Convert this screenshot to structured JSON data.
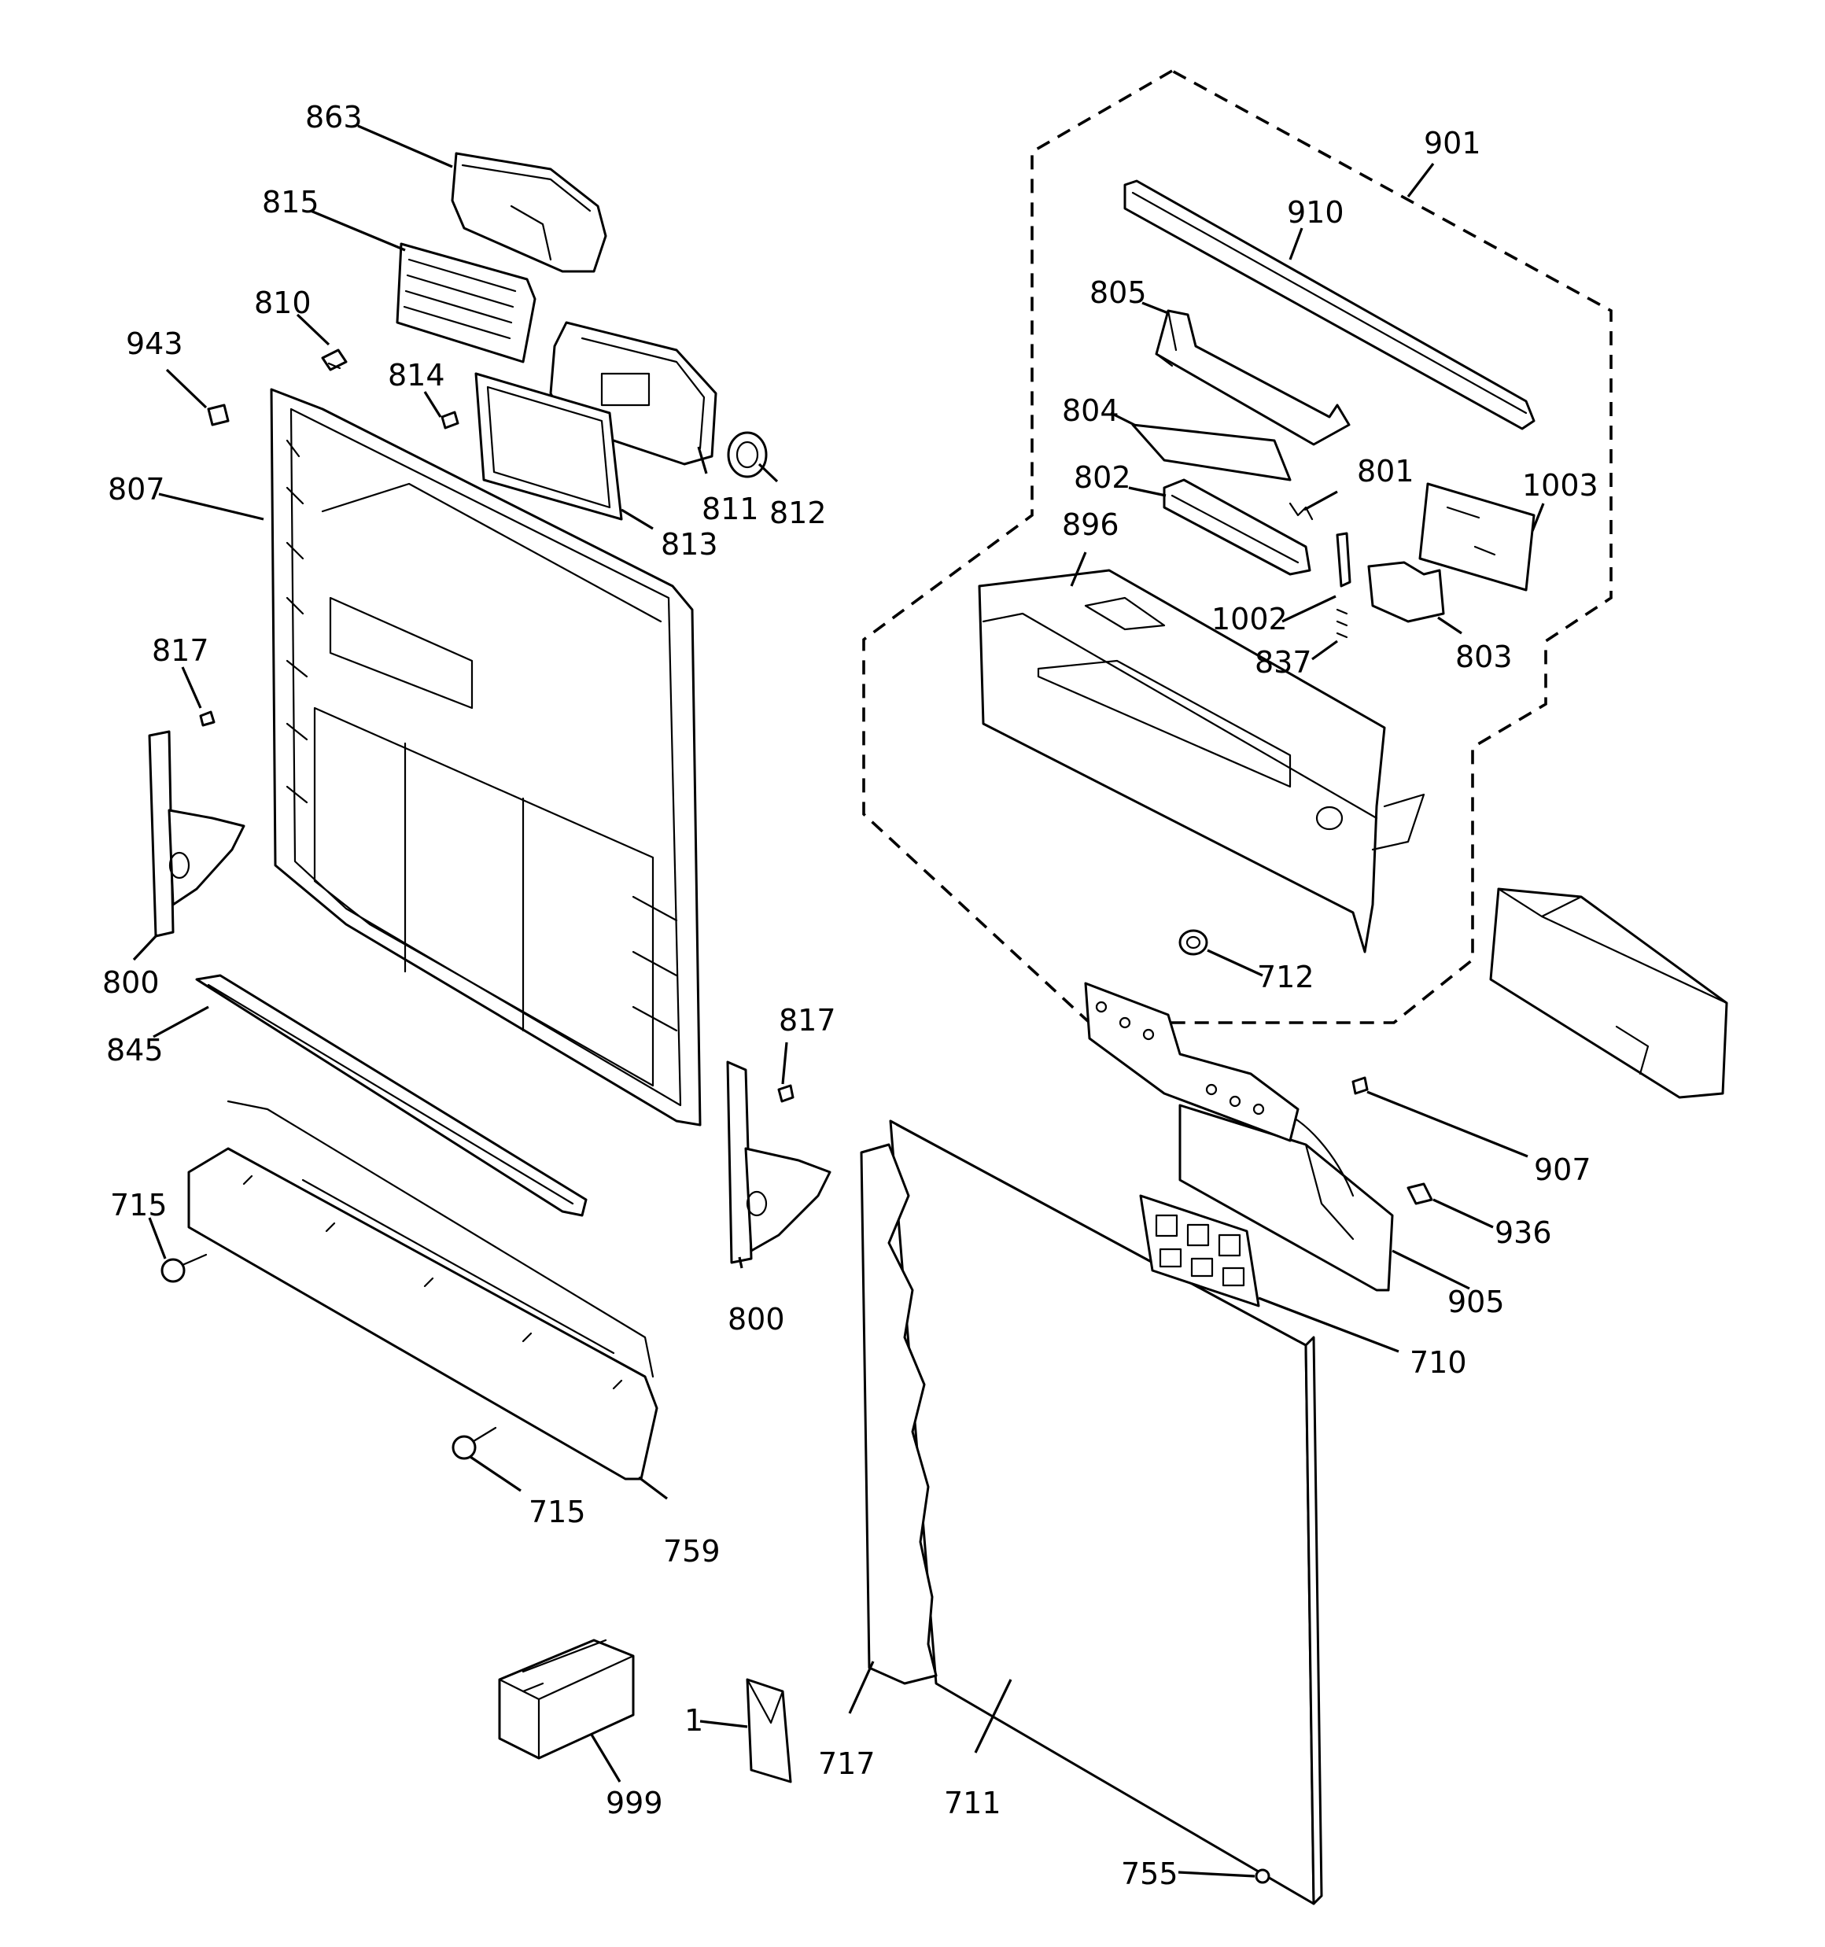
{
  "callouts": {
    "c863": "863",
    "c815": "815",
    "c810": "810",
    "c943": "943",
    "c814": "814",
    "c807": "807",
    "c811": "811",
    "c812": "812",
    "c813": "813",
    "c817a": "817",
    "c800a": "800",
    "c845": "845",
    "c817b": "817",
    "c800b": "800",
    "c715a": "715",
    "c715b": "715",
    "c759": "759",
    "c999": "999",
    "c1": "1",
    "c717": "717",
    "c711": "711",
    "c755": "755",
    "c901": "901",
    "c910": "910",
    "c805": "805",
    "c804": "804",
    "c802": "802",
    "c801": "801",
    "c1003": "1003",
    "c896": "896",
    "c1002": "1002",
    "c837": "837",
    "c803": "803",
    "c712": "712",
    "c907": "907",
    "c936": "936",
    "c905": "905",
    "c710": "710"
  }
}
